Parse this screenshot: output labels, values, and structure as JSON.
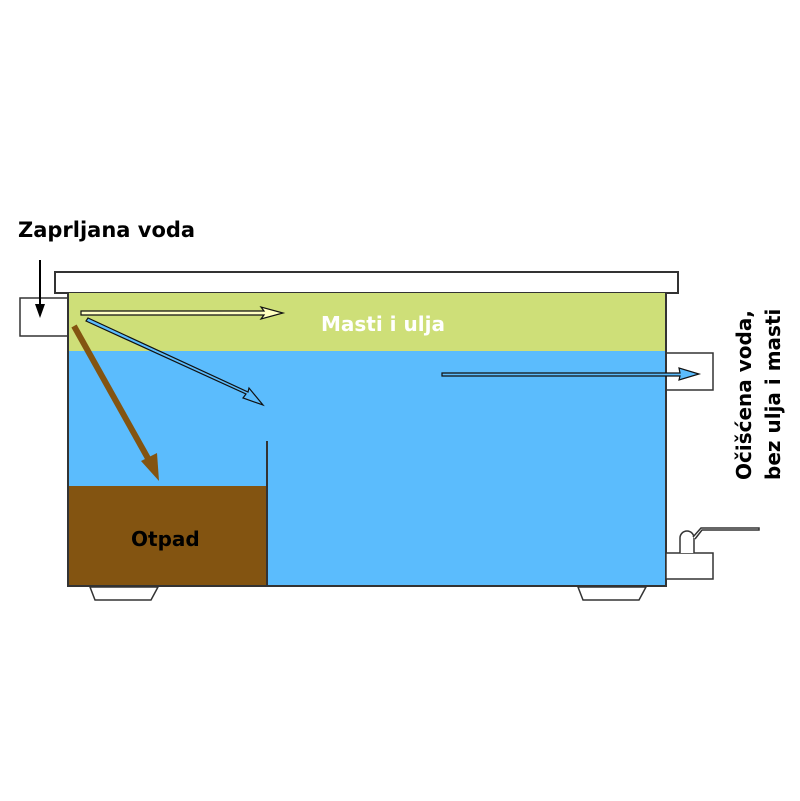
{
  "diagram": {
    "title": "Grease trap / oil-water separator",
    "labels": {
      "inlet": "Zaprljana voda",
      "grease_layer": "Masti i ulja",
      "sludge": "Otpad",
      "outlet_line1": "Očišćena voda,",
      "outlet_line2": "bez ulja i masti"
    },
    "colors": {
      "grease": "#cedf78",
      "water": "#5bbcfd",
      "sludge": "#835411",
      "outline": "#333333",
      "sludge_arrow": "#835411",
      "grease_text": "#ffffff",
      "label_text": "#000000"
    },
    "flows": [
      {
        "name": "grease-flow-arrow",
        "from": "inlet",
        "to": "grease layer",
        "style": "hollow-yellow"
      },
      {
        "name": "water-flow-arrow",
        "from": "inlet",
        "to": "water chamber",
        "style": "hollow-blue"
      },
      {
        "name": "sludge-flow-arrow",
        "from": "inlet",
        "to": "sludge chamber",
        "style": "solid-brown"
      },
      {
        "name": "outlet-flow-arrow",
        "from": "water chamber",
        "to": "outlet",
        "style": "hollow-blue"
      }
    ]
  }
}
